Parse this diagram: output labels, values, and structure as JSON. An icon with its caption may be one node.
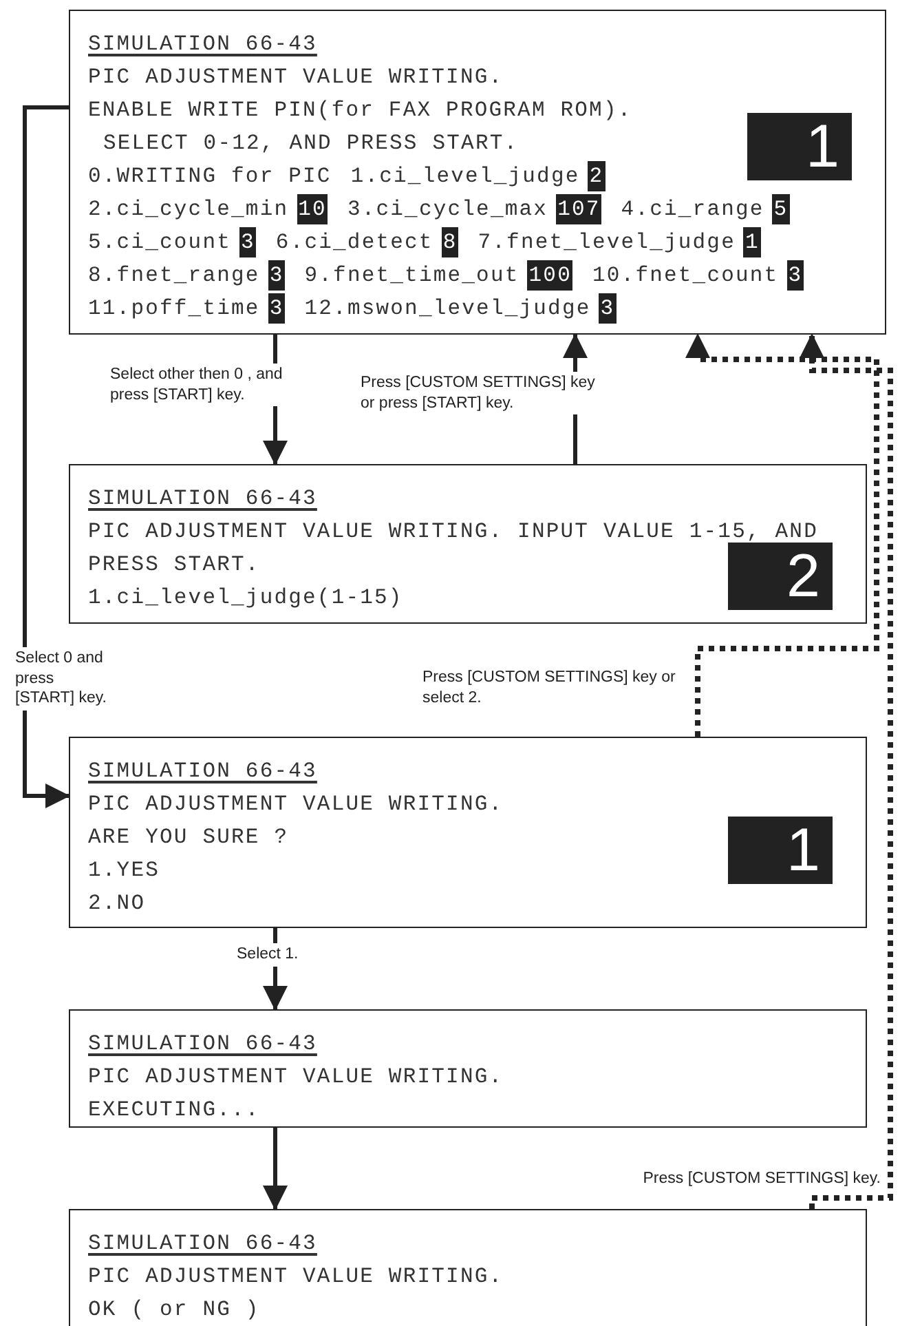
{
  "diagram": {
    "nodes": [
      {
        "text": [
          "SIMULATION 66-43",
          "PIC ADJUSTMENT VALUE WRITING.",
          "ENABLE WRITE PIN(for FAX PROGRAM ROM).",
          "SELECT 0-12, AND PRESS START.",
          "1",
          "0.WRITING for PIC",
          "1.ci_level_judge",
          "2",
          "2.ci_cycle_min",
          "10",
          "3.ci_cycle_max",
          "107",
          "4.ci_range",
          "5",
          "5.ci_count",
          "3",
          "6.ci_detect",
          "8",
          "7.fnet_level_judge",
          "1",
          "8.fnet_range",
          "3",
          "9.fnet_time_out",
          "100",
          "10.fnet_count",
          "3",
          "11.poff_time",
          "3",
          "12.mswon_level_judge",
          "3"
        ]
      },
      {
        "text": [
          "SIMULATION 66-43",
          "PIC ADJUSTMENT VALUE WRITING. INPUT VALUE 1-15, AND PRESS START.",
          "2",
          "1.ci_level_judge(1-15)"
        ]
      },
      {
        "text": [
          "SIMULATION 66-43",
          "PIC ADJUSTMENT VALUE WRITING.",
          "ARE YOU SURE ?",
          "1",
          "1.YES",
          "2.NO"
        ]
      },
      {
        "text": [
          "SIMULATION 66-43",
          "PIC ADJUSTMENT VALUE WRITING.",
          "EXECUTING..."
        ]
      },
      {
        "text": [
          "SIMULATION 66-43",
          "PIC ADJUSTMENT VALUE WRITING.",
          "OK ( or NG )"
        ]
      }
    ],
    "edges": [
      {
        "from": 0,
        "to": 1,
        "arrow": "to",
        "label": "Select other then 0 , and press [START] key."
      },
      {
        "from": 1,
        "to": 0,
        "arrow": "to",
        "label": "Press [CUSTOM SETTINGS] key or press [START] key."
      },
      {
        "from": 2,
        "to": 0,
        "arrow": "to",
        "style": "dashed",
        "label": "Press [CUSTOM SETTINGS] key or select 2."
      },
      {
        "from": 4,
        "to": 0,
        "arrow": "to",
        "style": "dashed",
        "label": "Press [CUSTOM SETTINGS] key."
      },
      {
        "from": 0,
        "to": 2,
        "arrow": "to",
        "label": "Select 0 and press [START] key."
      },
      {
        "from": 2,
        "to": 3,
        "arrow": "to",
        "label": "Select 1."
      },
      {
        "from": 3,
        "to": 4,
        "arrow": "to"
      }
    ]
  }
}
